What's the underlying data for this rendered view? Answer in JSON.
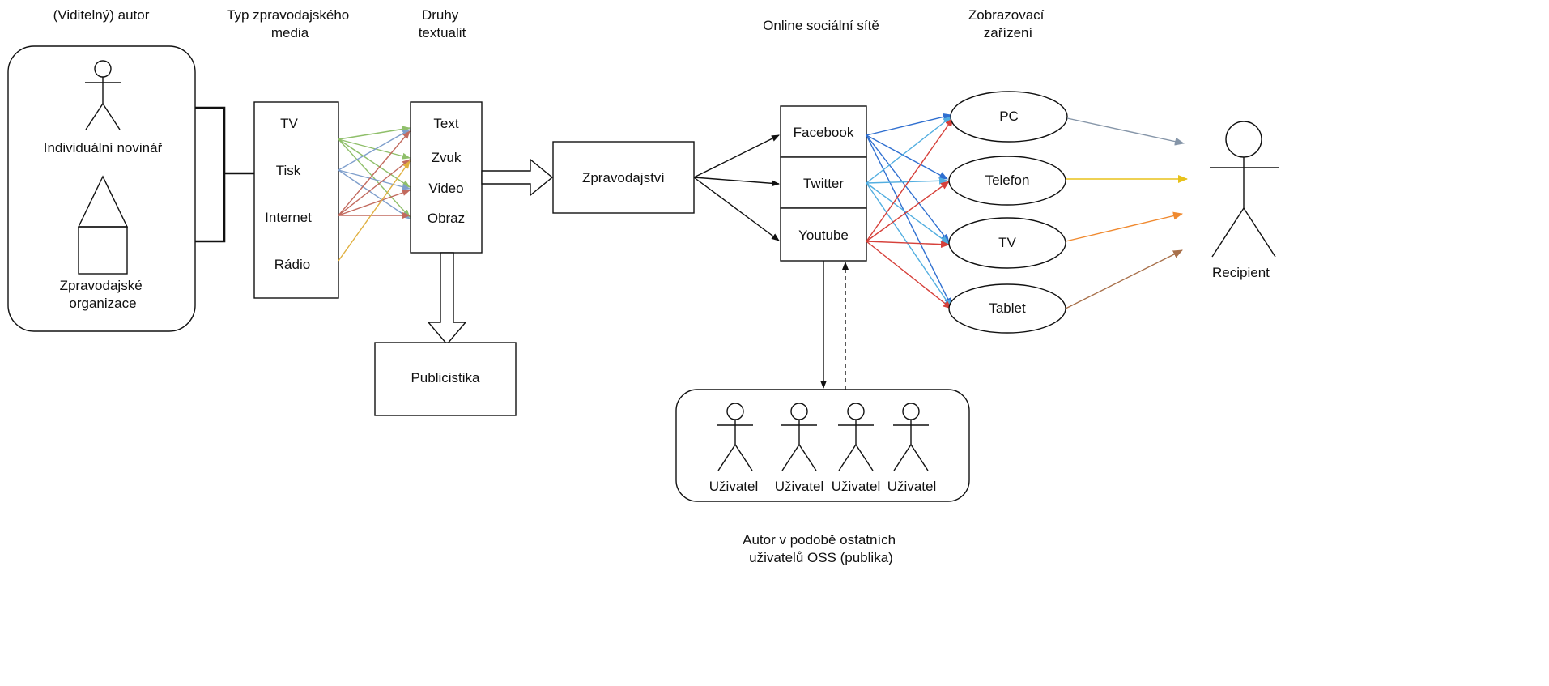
{
  "headers": {
    "author": "(Viditelný) autor",
    "media_type": [
      "Typ zpravodajského",
      "media"
    ],
    "textuality": [
      "Druhy",
      "textualit"
    ],
    "social_networks": "Online sociální sítě",
    "devices": [
      "Zobrazovací",
      "zařízení"
    ]
  },
  "authors": {
    "journalist": "Individuální novinář",
    "organization": [
      "Zpravodajské",
      "organizace"
    ]
  },
  "media": [
    "TV",
    "Tisk",
    "Internet",
    "Rádio"
  ],
  "textualities": [
    "Text",
    "Zvuk",
    "Video",
    "Obraz"
  ],
  "news": "Zpravodajství",
  "journalism": "Publicistika",
  "networks": [
    "Facebook",
    "Twitter",
    "Youtube"
  ],
  "devices": [
    "PC",
    "Telefon",
    "TV",
    "Tablet"
  ],
  "recipient": "Recipient",
  "users": [
    "Uživatel",
    "Uživatel",
    "Uživatel",
    "Uživatel"
  ],
  "users_caption": [
    "Autor v podobě ostatních",
    "uživatelů OSS (publika)"
  ],
  "colors": {
    "stroke": "#111111",
    "media_edges": [
      "#8fbf6a",
      "#7f9fcc",
      "#c26a5e",
      "#e0b040"
    ],
    "network_edges": [
      "#2f6fd0",
      "#52aee0",
      "#d6403a"
    ],
    "device_edges": [
      "#8595a8",
      "#e8c21a",
      "#f08a30",
      "#a8704a"
    ]
  }
}
